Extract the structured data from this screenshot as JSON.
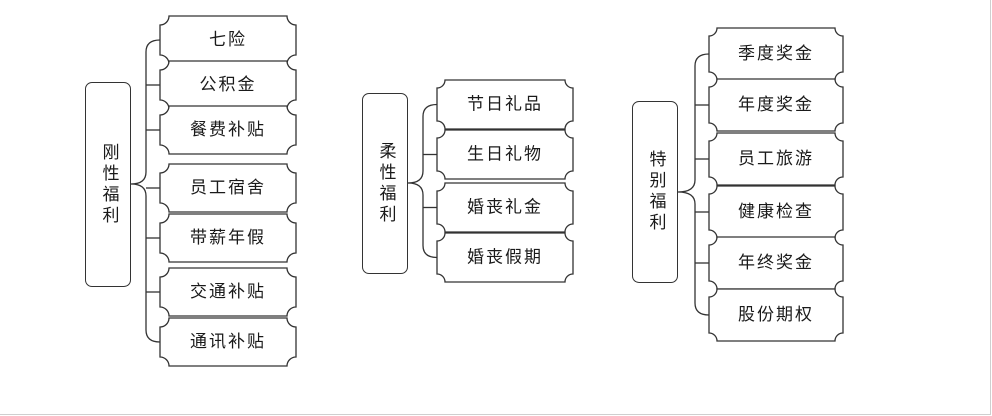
{
  "groups": [
    {
      "label": "刚性福利",
      "items": [
        "七险",
        "公积金",
        "餐费补贴",
        "员工宿舍",
        "带薪年假",
        "交通补贴",
        "通讯补贴"
      ]
    },
    {
      "label": "柔性福利",
      "items": [
        "节日礼品",
        "生日礼物",
        "婚丧礼金",
        "婚丧假期"
      ]
    },
    {
      "label": "特别福利",
      "items": [
        "季度奖金",
        "年度奖金",
        "员工旅游",
        "健康检查",
        "年终奖金",
        "股份期权"
      ]
    }
  ]
}
